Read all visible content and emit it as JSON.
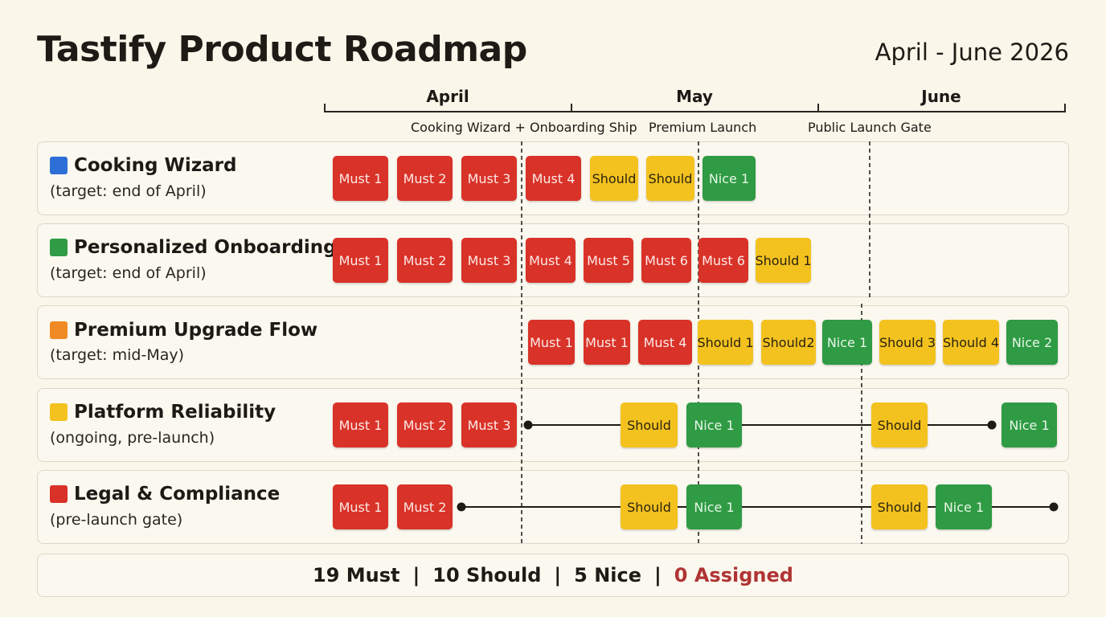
{
  "title": "Tastify Product Roadmap",
  "date_range": "April - June 2026",
  "months": [
    "April",
    "May",
    "June"
  ],
  "milestones": [
    "Cooking Wizard + Onboarding Ship",
    "Premium Launch",
    "Public Launch Gate"
  ],
  "colors": {
    "must": "#d93228",
    "should": "#f3c21f",
    "nice": "#2f9b44"
  },
  "rows": [
    {
      "name": "Cooking Wizard",
      "sub": "(target: end of April)",
      "color": "#2d6fd6",
      "chips": [
        {
          "label": "Must 1",
          "kind": "must"
        },
        {
          "label": "Must 2",
          "kind": "must"
        },
        {
          "label": "Must 3",
          "kind": "must"
        },
        {
          "label": "Must 4",
          "kind": "must"
        },
        {
          "label": "Should",
          "kind": "should"
        },
        {
          "label": "Should",
          "kind": "should"
        },
        {
          "label": "Nice 1",
          "kind": "nice"
        }
      ]
    },
    {
      "name": "Personalized Onboarding",
      "sub": "(target: end of April)",
      "color": "#2f9b44",
      "chips": [
        {
          "label": "Must 1",
          "kind": "must"
        },
        {
          "label": "Must 2",
          "kind": "must"
        },
        {
          "label": "Must 3",
          "kind": "must"
        },
        {
          "label": "Must 4",
          "kind": "must"
        },
        {
          "label": "Must 5",
          "kind": "must"
        },
        {
          "label": "Must 6",
          "kind": "must"
        },
        {
          "label": "Must 6",
          "kind": "must"
        },
        {
          "label": "Should 1",
          "kind": "should"
        }
      ]
    },
    {
      "name": "Premium Upgrade Flow",
      "sub": "(target: mid-May)",
      "color": "#f08a24",
      "chips": [
        {
          "label": "Must 1",
          "kind": "must"
        },
        {
          "label": "Must 1",
          "kind": "must"
        },
        {
          "label": "Must 4",
          "kind": "must"
        },
        {
          "label": "Should 1",
          "kind": "should"
        },
        {
          "label": "Should2",
          "kind": "should"
        },
        {
          "label": "Nice 1",
          "kind": "nice"
        },
        {
          "label": "Should 3",
          "kind": "should"
        },
        {
          "label": "Should 4",
          "kind": "should"
        },
        {
          "label": "Nice 2",
          "kind": "nice"
        }
      ]
    },
    {
      "name": "Platform Reliability",
      "sub": "(ongoing, pre-launch)",
      "color": "#f3c21f",
      "chips": [
        {
          "label": "Must 1",
          "kind": "must"
        },
        {
          "label": "Must 2",
          "kind": "must"
        },
        {
          "label": "Must 3",
          "kind": "must"
        },
        {
          "label": "Should",
          "kind": "should"
        },
        {
          "label": "Nice 1",
          "kind": "nice"
        },
        {
          "label": "Should",
          "kind": "should"
        },
        {
          "label": "Nice 1",
          "kind": "nice"
        }
      ]
    },
    {
      "name": "Legal & Compliance",
      "sub": "(pre-launch gate)",
      "color": "#d93228",
      "chips": [
        {
          "label": "Must 1",
          "kind": "must"
        },
        {
          "label": "Must 2",
          "kind": "must"
        },
        {
          "label": "Should",
          "kind": "should"
        },
        {
          "label": "Nice 1",
          "kind": "nice"
        },
        {
          "label": "Should",
          "kind": "should"
        },
        {
          "label": "Nice 1",
          "kind": "nice"
        }
      ]
    }
  ],
  "summary": {
    "must": "19 Must",
    "should": "10 Should",
    "nice": "5 Nice",
    "assigned": "0 Assigned",
    "separator": "|"
  }
}
